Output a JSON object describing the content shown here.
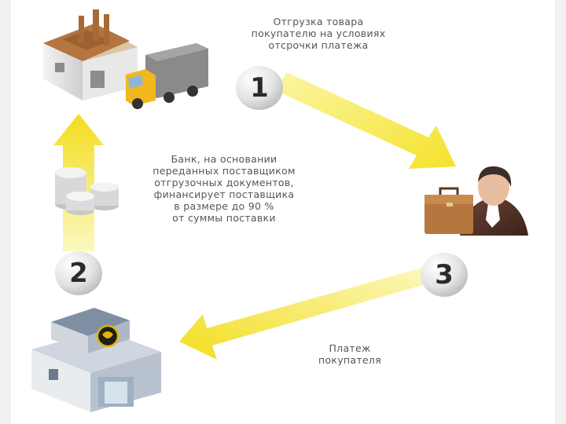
{
  "steps": {
    "step1": {
      "number": "1",
      "text_lines": [
        "Отгрузка товара",
        "покупателю на условиях",
        "отсрочки платежа"
      ]
    },
    "step2": {
      "number": "2",
      "text_lines": [
        "Банк, на основании",
        "переданных поставщиком",
        "отгрузочных документов,",
        "финансирует поставщика",
        "в размере до 90 %",
        "от суммы поставки"
      ]
    },
    "step3": {
      "number": "3",
      "text_lines": [
        "Платеж",
        "покупателя"
      ]
    }
  },
  "colors": {
    "arrow": "#f5e22a",
    "arrow_light": "#fbf6a6",
    "number_circle": "#d9d9d9"
  },
  "icons": [
    "factory-icon",
    "truck-icon",
    "coins-icon",
    "businessman-icon",
    "briefcase-icon",
    "bank-icon"
  ]
}
